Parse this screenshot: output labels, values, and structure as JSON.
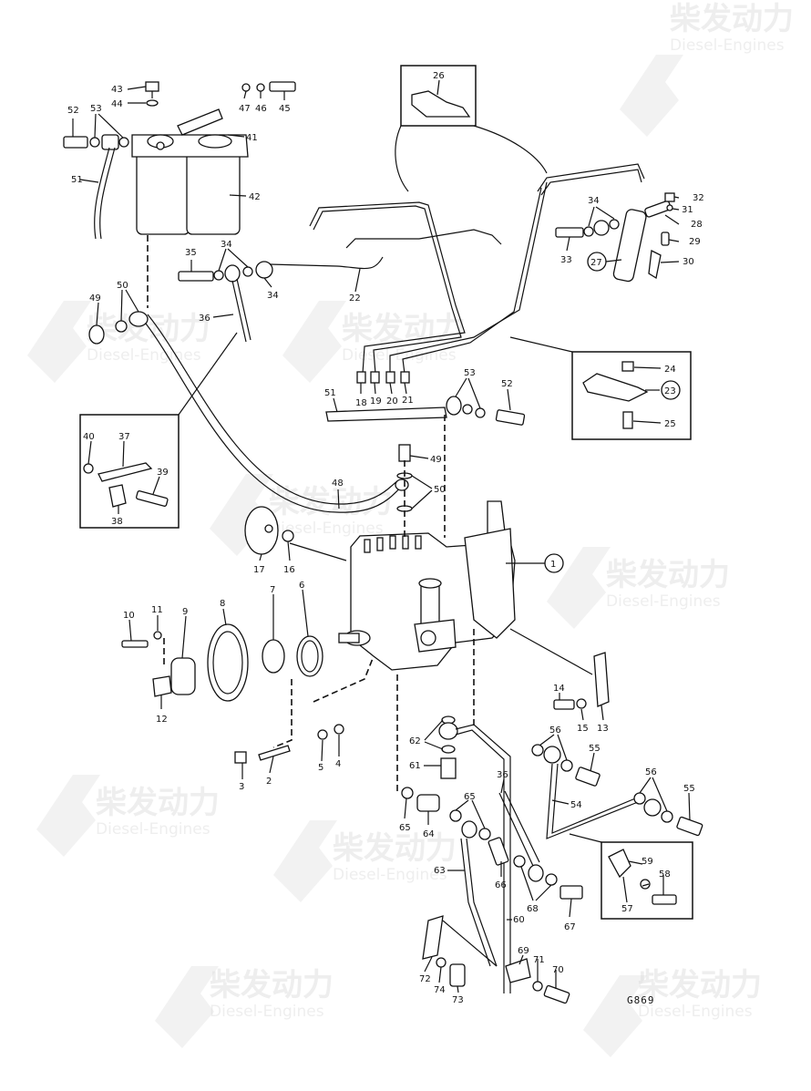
{
  "watermark": {
    "chinese": "柴发动力",
    "english": "Diesel-Engines"
  },
  "drawing_code": "G869",
  "labels": {
    "l1": "1",
    "l2": "2",
    "l3": "3",
    "l4": "4",
    "l5": "5",
    "l6": "6",
    "l7": "7",
    "l8": "8",
    "l9": "9",
    "l10": "10",
    "l11": "11",
    "l12": "12",
    "l13": "13",
    "l14": "14",
    "l15": "15",
    "l16": "16",
    "l17": "17",
    "l18": "18",
    "l19": "19",
    "l20": "20",
    "l21": "21",
    "l22": "22",
    "l23": "23",
    "l24": "24",
    "l25": "25",
    "l26": "26",
    "l27": "27",
    "l28": "28",
    "l29": "29",
    "l30": "30",
    "l31": "31",
    "l32": "32",
    "l33": "33",
    "l34": "34",
    "l35": "35",
    "l36": "36",
    "l37": "37",
    "l38": "38",
    "l39": "39",
    "l40": "40",
    "l41": "41",
    "l42": "42",
    "l43": "43",
    "l44": "44",
    "l45": "45",
    "l46": "46",
    "l47": "47",
    "l48": "48",
    "l49": "49",
    "l50": "50",
    "l51": "51",
    "l52": "52",
    "l53": "53",
    "l54": "54",
    "l55": "55",
    "l56": "56",
    "l57": "57",
    "l58": "58",
    "l59": "59",
    "l60": "60",
    "l61": "61",
    "l62": "62",
    "l63": "63",
    "l64": "64",
    "l65": "65",
    "l66": "66",
    "l67": "67",
    "l68": "68",
    "l69": "69",
    "l70": "70",
    "l71": "71",
    "l72": "72",
    "l73": "73",
    "l74": "74"
  }
}
